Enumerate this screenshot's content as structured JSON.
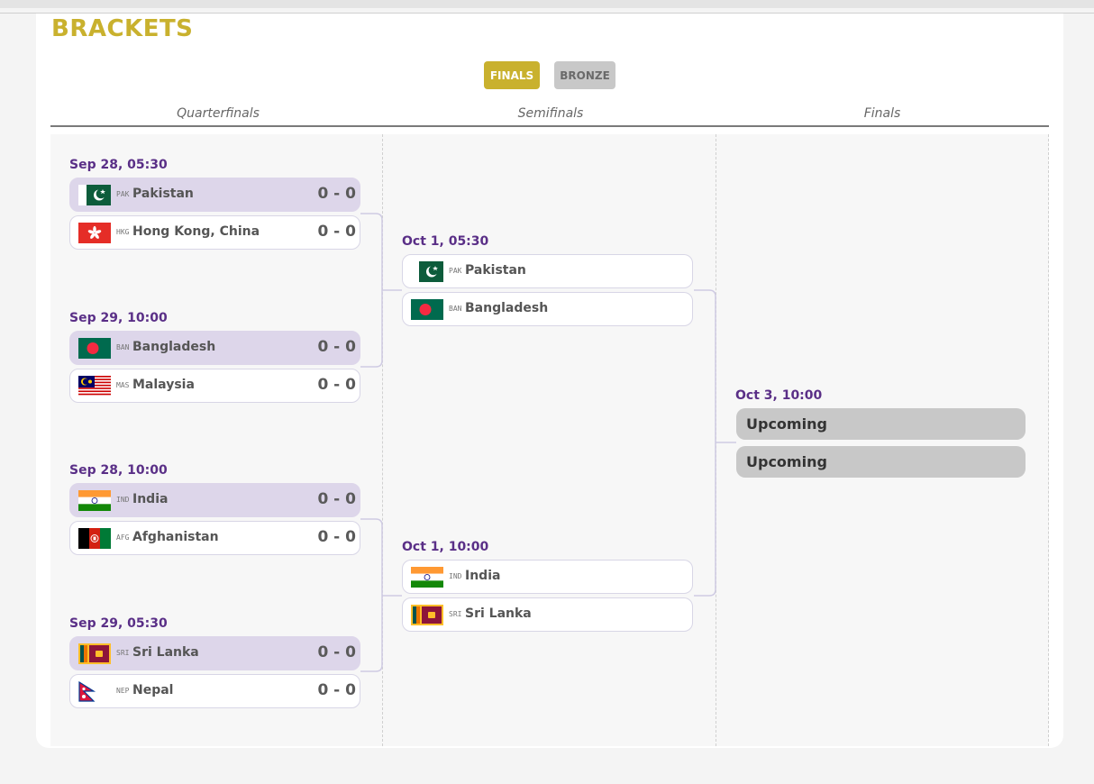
{
  "page": {
    "title": "BRACKETS"
  },
  "tabs": [
    {
      "label": "FINALS",
      "active": true
    },
    {
      "label": "BRONZE",
      "active": false
    }
  ],
  "rounds": [
    "Quarterfinals",
    "Semifinals",
    "Finals"
  ],
  "quarterfinals": [
    {
      "date": "Sep 28, 05:30",
      "teams": [
        {
          "code": "PAK",
          "name": "Pakistan",
          "score": "0 - 0",
          "flag": "pakistan"
        },
        {
          "code": "HKG",
          "name": "Hong Kong, China",
          "score": "0 - 0",
          "flag": "hongkong"
        }
      ]
    },
    {
      "date": "Sep 29, 10:00",
      "teams": [
        {
          "code": "BAN",
          "name": "Bangladesh",
          "score": "0 - 0",
          "flag": "bangladesh"
        },
        {
          "code": "MAS",
          "name": "Malaysia",
          "score": "0 - 0",
          "flag": "malaysia"
        }
      ]
    },
    {
      "date": "Sep 28, 10:00",
      "teams": [
        {
          "code": "IND",
          "name": "India",
          "score": "0 - 0",
          "flag": "india"
        },
        {
          "code": "AFG",
          "name": "Afghanistan",
          "score": "0 - 0",
          "flag": "afghanistan"
        }
      ]
    },
    {
      "date": "Sep 29, 05:30",
      "teams": [
        {
          "code": "SRI",
          "name": "Sri Lanka",
          "score": "0 - 0",
          "flag": "srilanka"
        },
        {
          "code": "NEP",
          "name": "Nepal",
          "score": "0 - 0",
          "flag": "nepal"
        }
      ]
    }
  ],
  "semifinals": [
    {
      "date": "Oct 1, 05:30",
      "teams": [
        {
          "code": "PAK",
          "name": "Pakistan",
          "flag": "pakistan"
        },
        {
          "code": "BAN",
          "name": "Bangladesh",
          "flag": "bangladesh"
        }
      ]
    },
    {
      "date": "Oct 1, 10:00",
      "teams": [
        {
          "code": "IND",
          "name": "India",
          "flag": "india"
        },
        {
          "code": "SRI",
          "name": "Sri Lanka",
          "flag": "srilanka"
        }
      ]
    }
  ],
  "final": {
    "date": "Oct 3, 10:00",
    "teams": [
      "Upcoming",
      "Upcoming"
    ]
  },
  "colors": {
    "accent": "#c9b12e",
    "date": "#5a2f87",
    "winner_row": "#ddd6ea",
    "upcoming": "#c8c8c8"
  }
}
